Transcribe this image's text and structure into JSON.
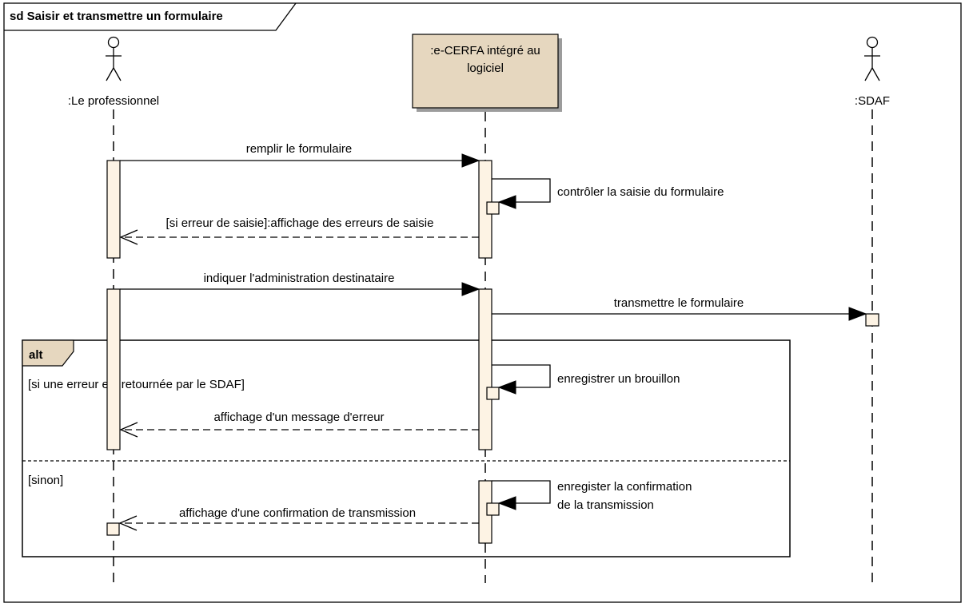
{
  "diagram": {
    "frame_title": "sd Saisir et transmettre un formulaire",
    "colors": {
      "object_fill": "#e6d7bf",
      "activation_fill": "#fdf3e4",
      "stroke": "#000000"
    },
    "participants": [
      {
        "kind": "actor",
        "label": ":Le professionnel"
      },
      {
        "kind": "object",
        "label_line1": ":e-CERFA intégré au",
        "label_line2": "logiciel"
      },
      {
        "kind": "actor",
        "label": ":SDAF"
      }
    ],
    "messages": [
      {
        "kind": "sync",
        "label": "remplir le formulaire"
      },
      {
        "kind": "self",
        "label": "contrôler la saisie du formulaire"
      },
      {
        "kind": "return",
        "label": "[si erreur de saisie]:affichage des erreurs de saisie"
      },
      {
        "kind": "sync",
        "label": "indiquer l'administration destinataire"
      },
      {
        "kind": "sync",
        "label": "transmettre le formulaire"
      },
      {
        "kind": "self",
        "label": "enregistrer un brouillon"
      },
      {
        "kind": "return",
        "label": "affichage d'un message d'erreur"
      },
      {
        "kind": "self",
        "label_line1": "enregister la confirmation",
        "label_line2": "de la transmission"
      },
      {
        "kind": "return",
        "label": "affichage d'une confirmation de transmission"
      }
    ],
    "fragment": {
      "operator": "alt",
      "guards": [
        "[si une erreur est retournée par le SDAF]",
        "[sinon]"
      ]
    }
  }
}
